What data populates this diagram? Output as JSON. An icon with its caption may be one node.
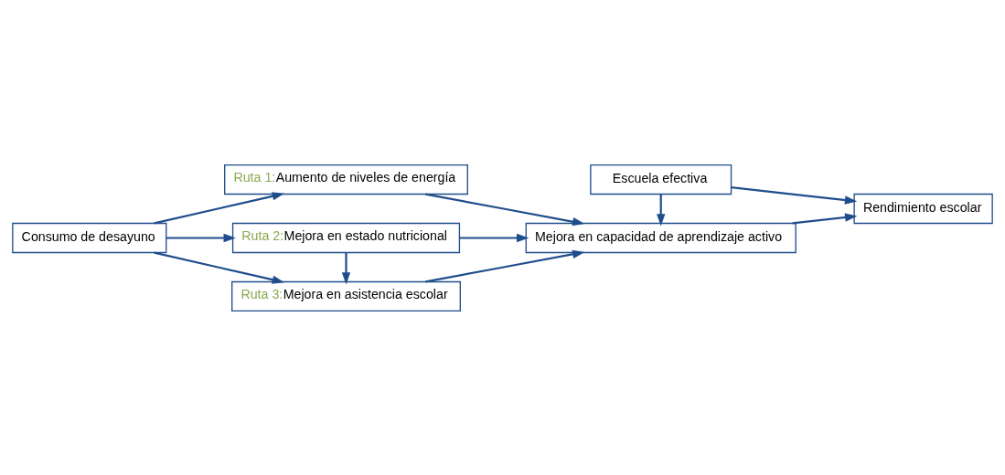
{
  "diagram": {
    "nodes": [
      {
        "text": [
          "Consumo de desayuno"
        ]
      },
      {
        "text": [
          "Ruta 1:",
          "Aumento de niveles de energía"
        ]
      },
      {
        "text": [
          "Ruta 2:",
          "Mejora en estado nutricional"
        ]
      },
      {
        "text": [
          "Ruta 3:",
          "Mejora en asistencia escolar"
        ]
      },
      {
        "text": [
          "Mejora en capacidad de aprendizaje activo"
        ]
      },
      {
        "text": [
          "Rendimiento escolar"
        ]
      },
      {
        "text": [
          "Escuela efectiva"
        ]
      }
    ],
    "edges": [
      {
        "from": 0,
        "to": 1,
        "arrow": "to"
      },
      {
        "from": 0,
        "to": 2,
        "arrow": "to"
      },
      {
        "from": 0,
        "to": 3,
        "arrow": "to"
      },
      {
        "from": 2,
        "to": 3,
        "arrow": "to"
      },
      {
        "from": 1,
        "to": 4,
        "arrow": "to"
      },
      {
        "from": 2,
        "to": 4,
        "arrow": "to"
      },
      {
        "from": 3,
        "to": 4,
        "arrow": "to"
      },
      {
        "from": 4,
        "to": 5,
        "arrow": "to"
      },
      {
        "from": 6,
        "to": 4,
        "arrow": "to"
      },
      {
        "from": 6,
        "to": 5,
        "arrow": "to"
      }
    ]
  }
}
